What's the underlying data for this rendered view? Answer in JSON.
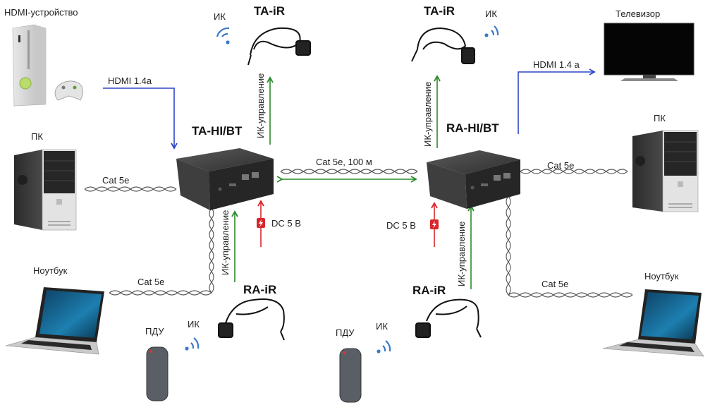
{
  "diagram": {
    "title": "",
    "colors": {
      "hdmi": "#2f46c8",
      "ir_control": "#2a8a2a",
      "power": "#d8262c",
      "cable": "#555555",
      "ir_wave": "#3a78c8",
      "device_dark": "#3a3a3a"
    },
    "devices": {
      "hdmi_source": {
        "label": "HDMI-устройство",
        "icon": "game-console-icon"
      },
      "pc_left": {
        "label": "ПК",
        "icon": "pc-tower-icon"
      },
      "laptop_left": {
        "label": "Ноутбук",
        "icon": "laptop-icon"
      },
      "tx_unit": {
        "label": "TA-HI/BT",
        "icon": "extender-box-icon"
      },
      "rx_unit": {
        "label": "RA-HI/BT",
        "icon": "extender-box-icon"
      },
      "tv": {
        "label": "Телевизор",
        "icon": "tv-icon"
      },
      "pc_right": {
        "label": "ПК",
        "icon": "pc-tower-icon"
      },
      "laptop_right": {
        "label": "Ноутбук",
        "icon": "laptop-icon"
      },
      "ta_ir_left": {
        "label": "TA-iR",
        "icon": "ir-emitter-cable-icon"
      },
      "ta_ir_right": {
        "label": "TA-iR",
        "icon": "ir-emitter-cable-icon"
      },
      "ra_ir_left": {
        "label": "RA-iR",
        "icon": "ir-receiver-cable-icon"
      },
      "ra_ir_right": {
        "label": "RA-iR",
        "icon": "ir-receiver-cable-icon"
      },
      "remote_left": {
        "label": "ПДУ",
        "icon": "remote-control-icon"
      },
      "remote_right": {
        "label": "ПДУ",
        "icon": "remote-control-icon"
      }
    },
    "signals": {
      "ir_top_left": "ИК",
      "ir_top_right": "ИК",
      "ir_bottom_left": "ИК",
      "ir_bottom_right": "ИК"
    },
    "links": {
      "hdmi_in": "HDMI 1.4a",
      "hdmi_out": "HDMI 1.4 a",
      "cat_pc_left": "Cat 5e",
      "cat_laptop_left": "Cat 5e",
      "cat_main": "Cat 5e, 100 м",
      "cat_pc_right": "Cat 5e",
      "cat_laptop_right": "Cat 5e",
      "ir_ctrl_tx_top": "ИК-управление",
      "ir_ctrl_rx_top": "ИК-управление",
      "ir_ctrl_tx_bottom": "ИК-управление",
      "ir_ctrl_rx_bottom": "ИК-управление",
      "dc_left": "DC 5 В",
      "dc_right": "DC 5 В"
    }
  }
}
